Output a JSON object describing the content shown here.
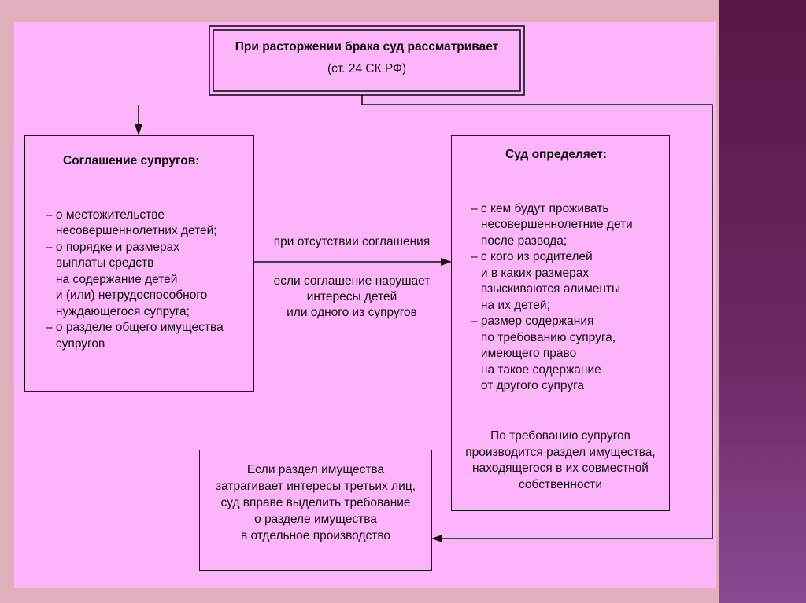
{
  "title": {
    "line1": "При расторжении брака суд рассматривает",
    "line2": "(ст. 24 СК РФ)"
  },
  "left": {
    "heading": "Соглашение супругов:",
    "lines": [
      "– о местожительстве",
      "   несовершеннолетних детей;",
      "– о порядке и размерах",
      "   выплаты средств",
      "   на содержание детей",
      "   и (или) нетрудоспособного",
      "   нуждающегося супруга;",
      "– о разделе общего имущества",
      "   супругов"
    ]
  },
  "middle": {
    "above": "при отсутствии соглашения",
    "below": [
      "если соглашение нарушает",
      "интересы детей",
      "или одного из супругов"
    ]
  },
  "right": {
    "heading": "Суд определяет:",
    "lines": [
      "– с кем будут проживать",
      "   несовершеннолетние дети",
      "   после развода;",
      "– с кого из родителей",
      "   и в каких размерах",
      "   взыскиваются алименты",
      "   на их детей;",
      "– размер содержания",
      "   по требованию супруга,",
      "   имеющего право",
      "   на такое содержание",
      "   от другого супруга"
    ],
    "tail": [
      "По требованию супругов",
      "производится раздел имущества,",
      "находящегося в их совместной",
      "собственности"
    ]
  },
  "bottom": {
    "lines": [
      "Если раздел имущества",
      "затрагивает интересы третьих лиц,",
      "суд вправе выделить требование",
      "о разделе имущества",
      "в отдельное производство"
    ]
  }
}
